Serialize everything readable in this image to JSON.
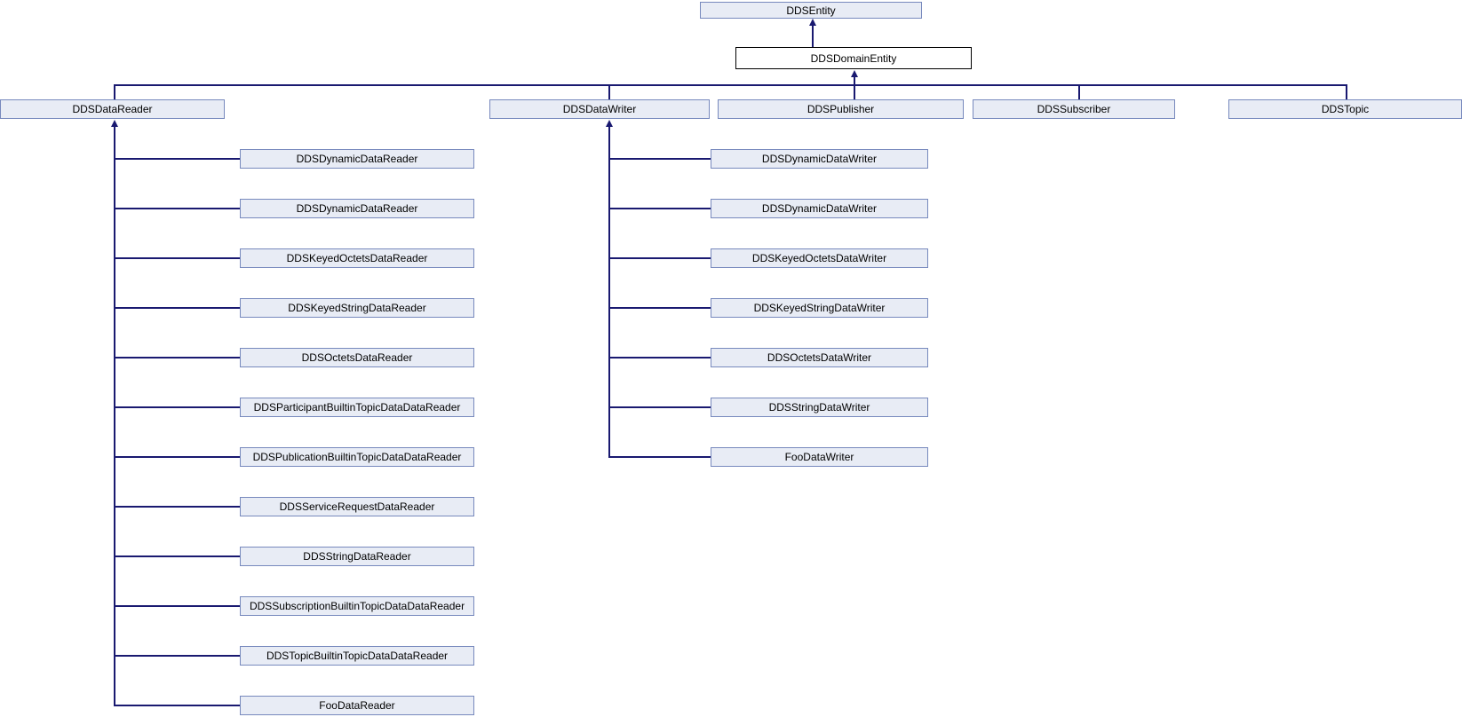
{
  "diagram": {
    "type": "class-inheritance-graph",
    "root": "DDSEntity",
    "focus": "DDSDomainEntity",
    "level2": [
      "DDSDataReader",
      "DDSDataWriter",
      "DDSPublisher",
      "DDSSubscriber",
      "DDSTopic"
    ],
    "reader_children": [
      "DDSDynamicDataReader",
      "DDSDynamicDataReader",
      "DDSKeyedOctetsDataReader",
      "DDSKeyedStringDataReader",
      "DDSOctetsDataReader",
      "DDSParticipantBuiltinTopicDataDataReader",
      "DDSPublicationBuiltinTopicDataDataReader",
      "DDSServiceRequestDataReader",
      "DDSStringDataReader",
      "DDSSubscriptionBuiltinTopicDataDataReader",
      "DDSTopicBuiltinTopicDataDataReader",
      "FooDataReader"
    ],
    "writer_children": [
      "DDSDynamicDataWriter",
      "DDSDynamicDataWriter",
      "DDSKeyedOctetsDataWriter",
      "DDSKeyedStringDataWriter",
      "DDSOctetsDataWriter",
      "DDSStringDataWriter",
      "FooDataWriter"
    ]
  },
  "colors": {
    "node_fill": "#e8ecf5",
    "node_border": "#7789bd",
    "edge": "#191970",
    "focus_fill": "#ffffff",
    "focus_border": "#000000",
    "text": "#000000"
  }
}
